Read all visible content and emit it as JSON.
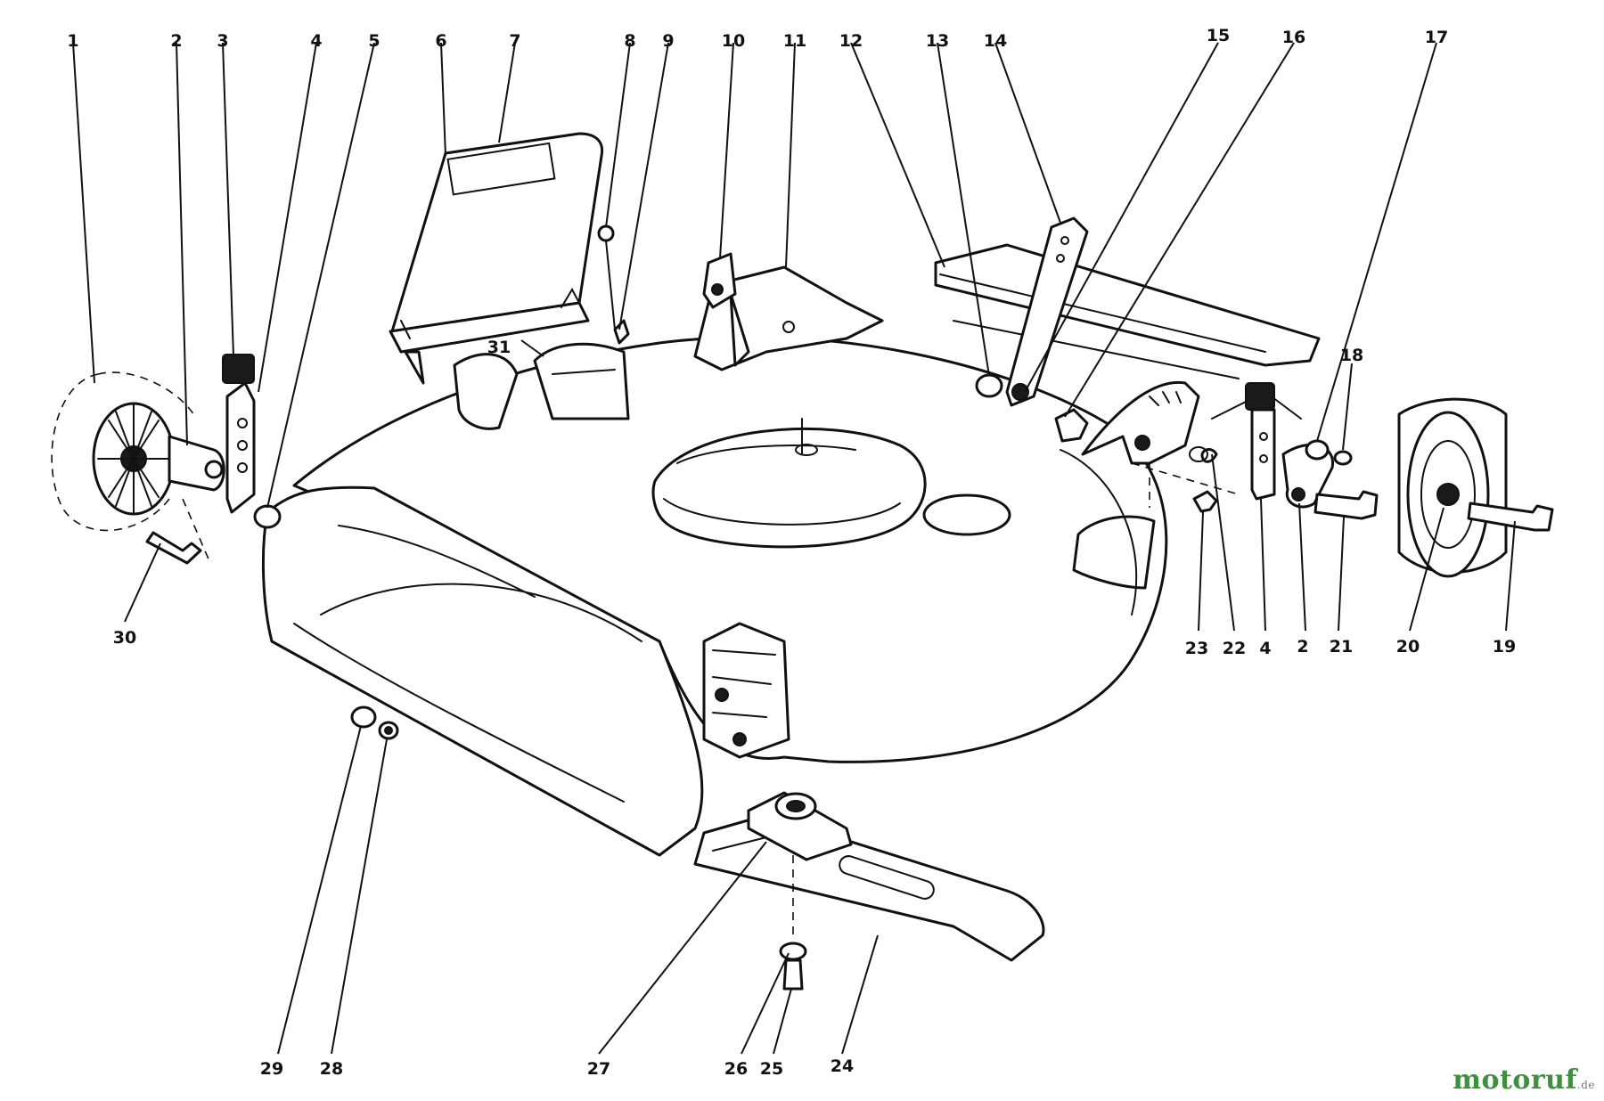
{
  "callouts": [
    "1",
    "2",
    "3",
    "4",
    "5",
    "6",
    "7",
    "8",
    "9",
    "10",
    "11",
    "12",
    "13",
    "14",
    "15",
    "16",
    "17",
    "18",
    "19",
    "20",
    "21",
    "22",
    "23",
    "4",
    "2",
    "21",
    "20",
    "19",
    "24",
    "25",
    "26",
    "27",
    "28",
    "29",
    "30",
    "31"
  ],
  "watermark": {
    "brand": "motoruf",
    "suffix": ".de"
  },
  "colors": {
    "line": "#111111",
    "background": "#ffffff",
    "watermark": "#3f8f3f"
  }
}
